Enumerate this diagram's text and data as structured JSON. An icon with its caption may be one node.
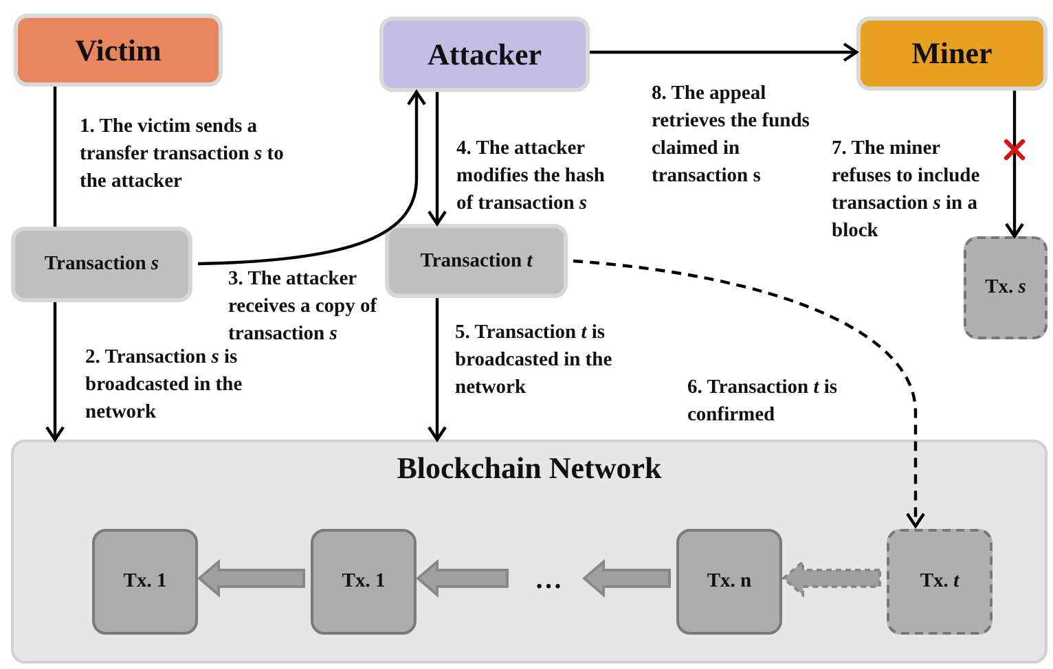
{
  "diagram": {
    "nodes": [
      {
        "text": [
          "Victim"
        ]
      },
      {
        "text": [
          "Attacker"
        ]
      },
      {
        "text": [
          "Miner"
        ]
      },
      {
        "text": [
          "Transaction *s*"
        ]
      },
      {
        "text": [
          "Transaction *t*"
        ]
      },
      {
        "text": [
          "Tx. *s*"
        ]
      },
      {
        "text": [
          "Blockchain Network"
        ]
      },
      {
        "text": [
          "Tx. 1"
        ],
        "in": 6
      },
      {
        "text": [
          "Tx. 1"
        ],
        "in": 6
      },
      {
        "text": [
          "…"
        ],
        "in": 6
      },
      {
        "text": [
          "Tx. n"
        ],
        "in": 6
      },
      {
        "text": [
          "Tx. *t*"
        ],
        "in": 6
      }
    ],
    "edges": [
      {
        "from": 0,
        "to": 3,
        "arrow": "none",
        "label": "1. The victim sends a transfer transaction *s* to the attacker"
      },
      {
        "from": 3,
        "to": 6,
        "arrow": "to",
        "label": "2. Transaction *s* is broadcasted in the network"
      },
      {
        "from": 3,
        "to": 1,
        "arrow": "to",
        "label": "3. The attacker receives a copy of transaction *s*"
      },
      {
        "from": 1,
        "to": 4,
        "arrow": "to",
        "label": "4. The attacker modifies the hash of transaction *s*"
      },
      {
        "from": 4,
        "to": 6,
        "arrow": "to",
        "label": "5. Transaction *t* is broadcasted in the network"
      },
      {
        "from": 4,
        "to": 11,
        "arrow": "to",
        "style": "dashed",
        "label": "6. Transaction *t* is confirmed"
      },
      {
        "from": 2,
        "to": 5,
        "arrow": "to",
        "label": "7. The miner refuses to include transaction *s* in a block"
      },
      {
        "from": 1,
        "to": 2,
        "arrow": "to",
        "label": "8. The appeal retrieves the funds claimed in transaction s"
      },
      {
        "from": 11,
        "to": 10,
        "arrow": "to",
        "style": "dashed"
      },
      {
        "from": 10,
        "to": 9,
        "arrow": "to"
      },
      {
        "from": 9,
        "to": 8,
        "arrow": "to"
      },
      {
        "from": 8,
        "to": 7,
        "arrow": "to"
      }
    ]
  }
}
